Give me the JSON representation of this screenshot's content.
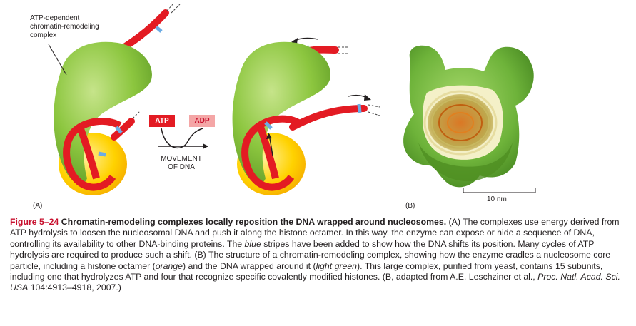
{
  "panel_a": {
    "label": "(A)",
    "complex_label_lines": [
      "ATP-dependent",
      "chromatin-remodeling",
      "complex"
    ],
    "atp": "ATP",
    "adp": "ADP",
    "movement_lines": [
      "MOVEMENT",
      "OF DNA"
    ]
  },
  "panel_b": {
    "label": "(B)",
    "scale_bar": "10 nm"
  },
  "colors": {
    "complex_green": "#8cc63f",
    "dna_red": "#e31b23",
    "histone_yellow": "#ffd200",
    "stripe_blue": "#6cace4",
    "adp_pink": "#f4a6a6",
    "caption_red": "#c8102e"
  },
  "caption": {
    "figure_number": "Figure 5–24",
    "title": "Chromatin-remodeling complexes locally reposition the DNA wrapped around nucleosomes.",
    "part1": " (A) The complexes use energy derived from ATP hydrolysis to loosen the nucleosomal DNA and push it along the histone octamer. In this way, the enzyme can expose or hide a sequence of DNA, controlling its availability to other DNA-binding proteins. The ",
    "blue_word": "blue",
    "part2": " stripes have been added to show how the DNA shifts its position. Many cycles of ATP hydrolysis are required to produce such a shift. (B) The structure of a chromatin-remodeling complex, showing how the enzyme cradles a nucleosome core particle, including a histone octamer (",
    "orange_word": "orange",
    "part3": ") and the DNA wrapped around it (",
    "light_green_word": "light green",
    "part4": "). This large complex, purified from yeast, contains 15 subunits, including one that hydrolyzes ATP and four that recognize specific covalently modified histones. (B, adapted from A.E. Leschziner et al., ",
    "journal": "Proc. Natl. Acad. Sci. USA",
    "part5": " 104:4913–4918, 2007.)"
  }
}
